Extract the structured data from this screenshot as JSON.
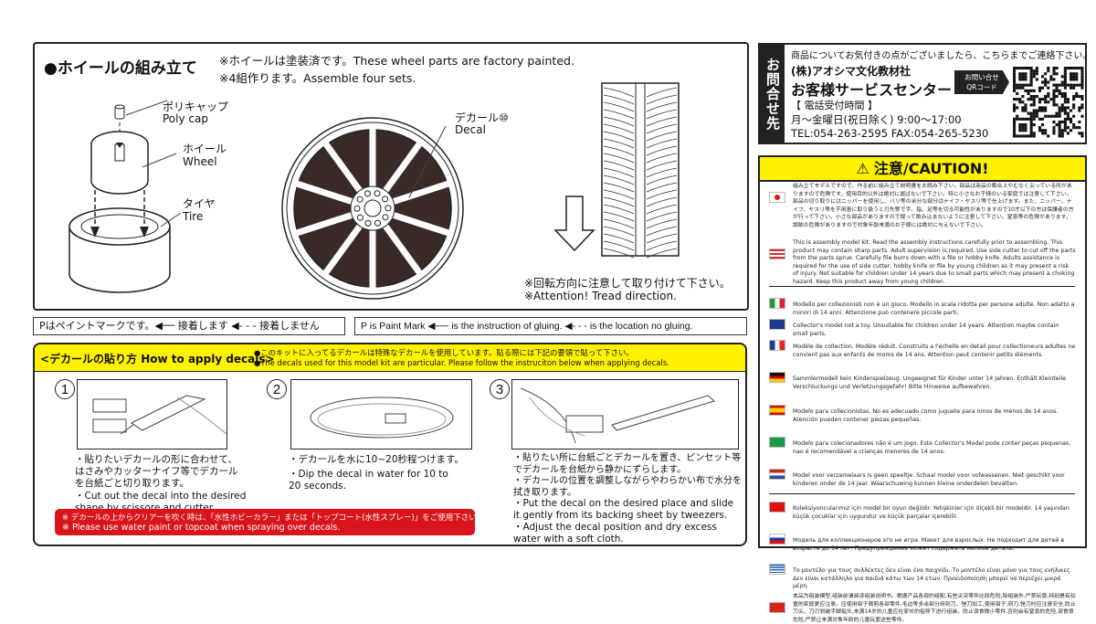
{
  "assembly": {
    "title": "●ホイールの組み立て",
    "note1": "※ホイールは塗装済です。These wheel parts are factory painted.",
    "note2": "※4組作ります。Assemble four sets.",
    "poly_cap_jp": "ポリキャップ",
    "poly_cap_en": "Poly cap",
    "wheel_jp": "ホイール",
    "wheel_en": "Wheel",
    "tire_jp": "タイヤ",
    "tire_en": "Tire",
    "decal_jp": "デカール⑩",
    "decal_en": "Decal",
    "tread_jp": "※回転方向に注意して取り付けて下さい。",
    "tread_en": "※Attention! Tread direction."
  },
  "legend": {
    "jp": "Pはペイントマークです。◀── 接着します ◀- - - 接着しません",
    "en": "P is Paint Mark ◀── is the instruction of gluing. ◀- - - is the location no gluing."
  },
  "decals": {
    "header": "<デカールの貼り方 How to apply decals>",
    "intro_jp": "●このキットに入ってるデカールは特殊なデカールを使用しています。貼る際には下記の要領で貼って下さい。",
    "intro_en": "●The decals used for this model kit are particular. Please follow the instruciton below when applying decals.",
    "steps": [
      {
        "num": "1",
        "jp": "・貼りたいデカールの形に合わせて、はさみやカッターナイフ等でデカールを台紙ごと切り取ります。",
        "en": "・Cut out the decal into the desired shape by scissore and cutter."
      },
      {
        "num": "2",
        "jp": "・デカールを水に10~20秒程つけます。",
        "en": "・Dip the decal in water for 10 to 20 seconds."
      },
      {
        "num": "3",
        "jp": "・貼りたい所に台紙ごとデカールを置き、ピンセット等でデカールを台紙から静かにずらします。\n・デカールの位置を調整しながらやわらかい布で水分を拭き取ります。",
        "en": "・Put the decal on the desired place and slide it gently from its backing sheet by tweezers.\n・Adjust the decal position and dry excess water with a soft cloth."
      }
    ],
    "warning_jp": "※ デカールの上からクリアーを吹く時は、「水性ホビーカラー」または「トップコート(水性スプレー)」をご使用下さい。",
    "warning_en": "※ Please use water paint or topcoat when spraying over decals.",
    "warning_color": "#d9141b",
    "header_color": "#fff200"
  },
  "contact": {
    "side_label": "お問合せ先",
    "lead": "商品についてお気付きの点がございましたら、こちらまでご連絡下さい。",
    "company": "(株)アオシマ文化教材社",
    "center": "お客様サービスセンター",
    "hours_label": "【 電話受付時間 】",
    "hours": "月〜金曜日(祝日除く) 9:00〜17:00",
    "tel_fax": "TEL:054-263-2595  FAX:054-265-5230",
    "qr_label_1": "お問い合せ",
    "qr_label_2": "QRコード"
  },
  "caution": {
    "title": "注意/CAUTION!",
    "header_color": "#fff200",
    "rows": [
      {
        "flag": "japan",
        "text": "組み立てモデルですので、作る前に組み立て説明書をお読み下さい。部品は商品の都合上やむなく尖っている所がありますので危険です。使用目的以外は絶対に遊ばないで下さい。特に小さなお子様のいる家庭では注意して下さい。部品の切り取りにはニッパーを使用し、バリ等の余分な部分はナイフ・ヤスリ等で仕上げます。また、ニッパー、ナイフ、ヤスリ等を不用意に取り扱うと刃先等で手、指、足等を切る可能性がありますので10才以下の方は保護者の方が行って下さい。小さな部品がありますので誤って飲み込まないように注意して下さい。窒息等の危険があります。誤飲の危険がありますので対象年齢未満のお子様には絶対に与えないで下さい。"
      },
      {
        "flag": "usa",
        "text": "This is assembly model kit. Read the assembly instructions carefully prior to assembling. This product may contain sharp parts. Adult supervision is required. Use side cutter to cut off the parts from the parts sprue. Carefully file burrs down with a file or hobby knife. Adults assistance is required for the use of side cutter, hobby knife or file by young children as it may present a risk of injury. Not suitable for children under 14 years due to small parts which may present a choking hazard. Keep this product away from young children."
      },
      {
        "flag": "italy",
        "text": "Modello per collezionisti non è un gioco. Modello in scala ridotta per persone adulte. Non adatto a minori di 14 anni. Attenzione può contenere piccole parti."
      },
      {
        "flag": "uk",
        "text": "Collector's model not a toy. Unsuitable for children under 14 years. Attention maybe contain small parts."
      },
      {
        "flag": "france",
        "text": "Modèle de collection. Modèle réduit. Construits a l'échelle en detail pour collectioneurs adultes ne convient pas aux enfants de moms de 14 ans. Attention peut contenir petits éléments."
      },
      {
        "flag": "germany",
        "text": "Sammlermodell kein Kinderspielzeug. Ungeeignet für Kinder unter 14 Jahren. Enthält Kleinteile Verschluckungs und Verletzungsgefahr! Bitte Hinweise aufbewahren."
      },
      {
        "flag": "spain",
        "text": "Modelo para collecionistas. No es adecuado como juguete para ninos de menos de 14 anos. Atención pueden contener piezas pequeñas."
      },
      {
        "flag": "brazil",
        "text": "Modelo para colecionadores não é um jogo. Este Collector's Model pode conter peças pequenas, nao é recomendável a crianças menores de 14 anos."
      },
      {
        "flag": "netherlands",
        "text": "Model voor verzamelaars is geen speeltje. Schaal model voor volwassenen. Niet geschikt voor kinderen onder de 14 jaar. Waarschuwing kunnen kleine onderdelen bevatten."
      },
      {
        "flag": "turkey",
        "text": "Koleksiyoncularımız için model bir oyun değildir. Yetişkinler için ölçekli bir modeldir. 14 yaşından küçük çocuklar için uygundur ve küçük parçalar içerebilir."
      },
      {
        "flag": "russia",
        "text": "Модель для коллекционеров это не игра. Макет для взрослых. Не подходит для детей в возрасте до 14 лет. Предупреждение может содержать мелкие детали."
      },
      {
        "flag": "greece",
        "text": "Το μοντέλο για τους συλλέκτες δεν είναι ένα παιχνίδι. Το μοντέλο είναι μόνο για τους ενήλικες. Δεν είναι κατάλληλο για παιδιά κάτω των 14 ετών. Προειδοποίηση μπορεί να περιέχει μικρά μέρη."
      },
      {
        "flag": "china",
        "text": "本品为组装模型,组装前请阅读组装说明书。根据产品各部的组配,有些尖突零件比较危险,除组装外,严禁玩耍,特别是有幼童的家庭更应注意。应使用钳子裁剪各部零件,毛边等多余部分用刻刀、锉刀加工,使用钳子,刻刀,锉刀时应注意安全,防止刀尖、刀刃划破手脚指头,未满14岁的儿童应在家长的指导下进行组装。防止误食微小零件,否则会有窒息的危险,误食很危险,严禁让未满对象年龄的儿童玩耍这些零件。"
      }
    ]
  }
}
